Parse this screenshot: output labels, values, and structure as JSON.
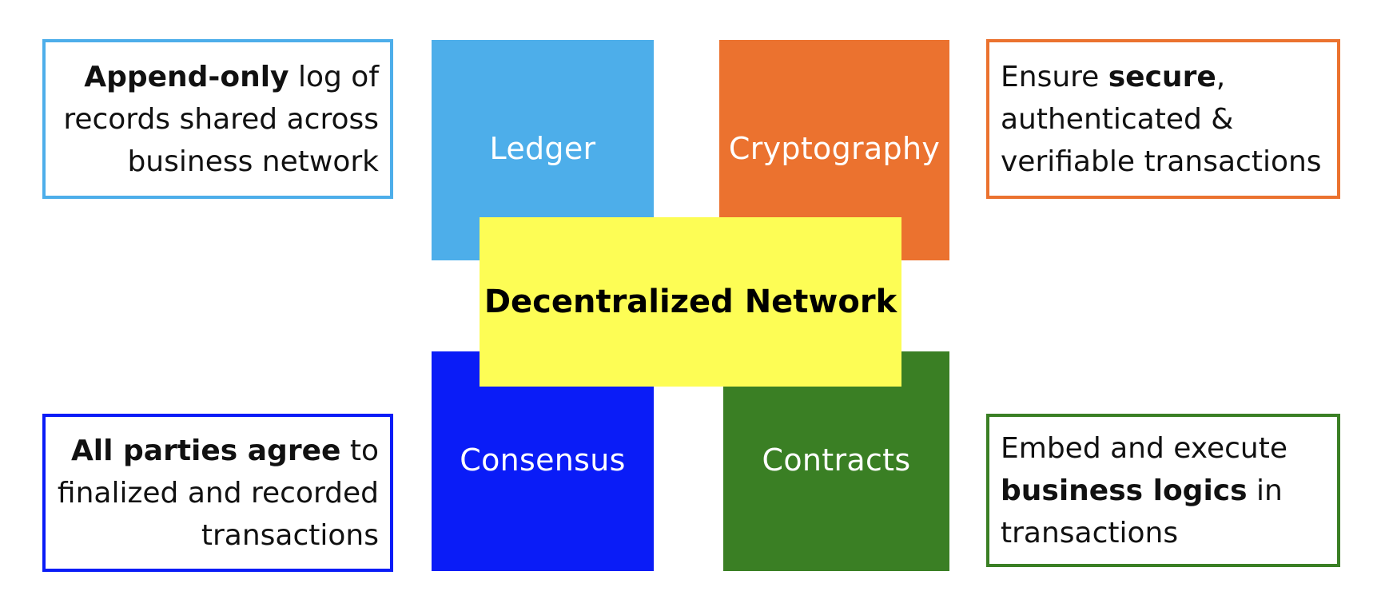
{
  "colors": {
    "ledger": "#4daeea",
    "cryptography": "#eb722f",
    "consensus": "#0a1cf7",
    "contracts": "#3a7f24",
    "center": "#fdfd55"
  },
  "components": {
    "ledger": "Ledger",
    "cryptography": "Cryptography",
    "consensus": "Consensus",
    "contracts": "Contracts"
  },
  "center_label": "Decentralized Network",
  "descriptions": {
    "ledger": {
      "bold": "Append-only",
      "rest1": " log of",
      "line2": "records shared across",
      "line3": "business network"
    },
    "cryptography": {
      "pre": "Ensure ",
      "bold": "secure",
      "post": ",",
      "line2": "authenticated &",
      "line3": "verifiable transactions"
    },
    "consensus": {
      "bold": "All parties agree",
      "rest1": " to",
      "line2": "finalized and recorded",
      "line3": "transactions"
    },
    "contracts": {
      "line1": "Embed and execute",
      "bold": "business logics",
      "rest2": " in",
      "line3": "transactions"
    }
  }
}
